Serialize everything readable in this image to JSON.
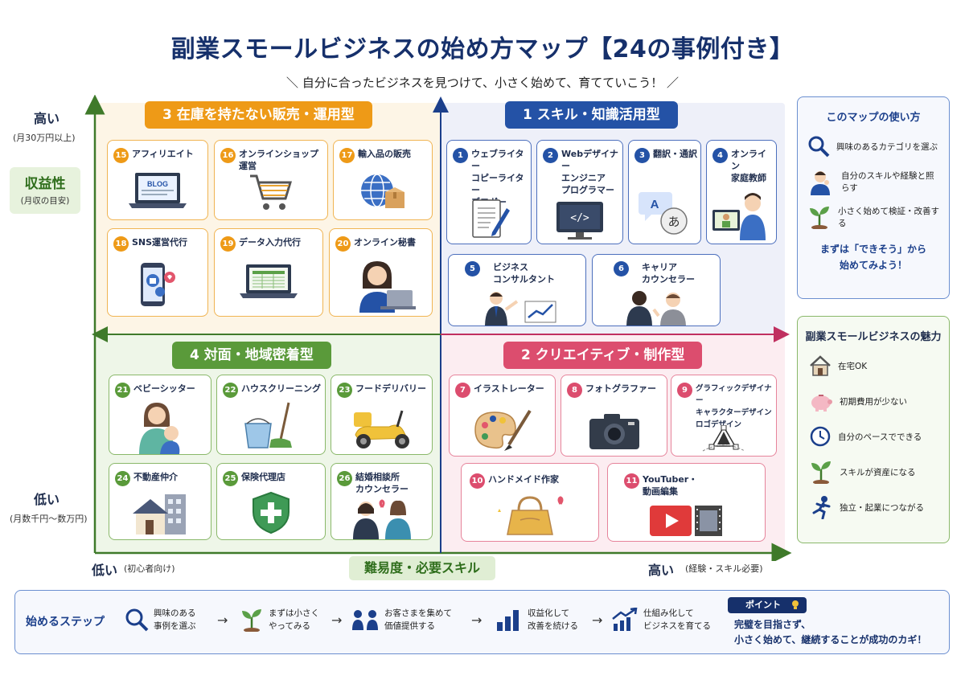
{
  "header": {
    "title": "副業スモールビジネスの始め方マップ【24の事例付き】",
    "subtitle": "＼ 自分に合ったビジネスを見つけて、小さく始めて、育てていこう！ ／"
  },
  "axes": {
    "y_title": "収益性",
    "y_sub": "(月収の目安)",
    "y_high": "高い",
    "y_high_sub": "(月30万円以上)",
    "y_low": "低い",
    "y_low_sub": "(月数千円〜数万円)",
    "x_title": "難易度・必要スキル",
    "x_low": "低い",
    "x_low_sub": "(初心者向け)",
    "x_high": "高い",
    "x_high_sub": "(経験・スキル必要)"
  },
  "quadrants": {
    "q3": {
      "title": "3  在庫を持たない販売・運用型",
      "color": "#ee9a17"
    },
    "q1": {
      "title": "1  スキル・知識活用型",
      "color": "#2452a6"
    },
    "q4": {
      "title": "4  対面・地域密着型",
      "color": "#5a9a3a"
    },
    "q2": {
      "title": "2  クリエイティブ・制作型",
      "color": "#dc4d6e"
    }
  },
  "cards": {
    "c15": {
      "num": "15",
      "label": "アフィリエイト",
      "icon": "laptop-blog-icon",
      "icon_text": "BLOG"
    },
    "c16": {
      "num": "16",
      "label": "オンラインショップ運営",
      "icon": "shopping-cart-icon"
    },
    "c17": {
      "num": "17",
      "label": "輸入品の販売",
      "icon": "globe-box-icon"
    },
    "c18": {
      "num": "18",
      "label": "SNS運営代行",
      "icon": "smartphone-like-icon"
    },
    "c19": {
      "num": "19",
      "label": "データ入力代行",
      "icon": "laptop-spreadsheet-icon"
    },
    "c20": {
      "num": "20",
      "label": "オンライン秘書",
      "icon": "woman-laptop-icon"
    },
    "c1": {
      "num": "1",
      "label": "ウェブライター\nコピーライター\nブロガー",
      "icon": "document-pen-icon"
    },
    "c2": {
      "num": "2",
      "label": "Webデザイナー\nエンジニア\nプログラマー",
      "icon": "monitor-code-icon",
      "icon_text": "</>"
    },
    "c3": {
      "num": "3",
      "label": "翻訳・通訳",
      "icon": "speech-bubbles-icon",
      "icon_text_a": "A",
      "icon_text_b": "あ"
    },
    "c4": {
      "num": "4",
      "label": "オンライン\n家庭教師",
      "icon": "online-tutor-icon"
    },
    "c5": {
      "num": "5",
      "label": "ビジネス\nコンサルタント",
      "icon": "consultant-chart-icon"
    },
    "c6": {
      "num": "6",
      "label": "キャリア\nカウンセラー",
      "icon": "counseling-icon"
    },
    "c21": {
      "num": "21",
      "label": "ベビーシッター",
      "icon": "mother-baby-icon"
    },
    "c22": {
      "num": "22",
      "label": "ハウスクリーニング",
      "icon": "bucket-mop-icon"
    },
    "c23": {
      "num": "23",
      "label": "フードデリバリー",
      "icon": "scooter-icon"
    },
    "c24": {
      "num": "24",
      "label": "不動産仲介",
      "icon": "house-building-icon"
    },
    "c25": {
      "num": "25",
      "label": "保険代理店",
      "icon": "shield-cross-icon"
    },
    "c26": {
      "num": "26",
      "label": "結婚相談所\nカウンセラー",
      "icon": "couple-heart-icon"
    },
    "c7": {
      "num": "7",
      "label": "イラストレーター",
      "icon": "palette-brush-icon"
    },
    "c8": {
      "num": "8",
      "label": "フォトグラファー",
      "icon": "camera-icon"
    },
    "c9": {
      "num": "9",
      "label": "グラフィックデザイナー\nキャラクターデザイン\nロゴデザイン",
      "icon": "vector-pen-icon"
    },
    "c10": {
      "num": "10",
      "label": "ハンドメイド作家",
      "icon": "handbag-icon"
    },
    "c11": {
      "num": "11",
      "label": "YouTuber・\n動画編集",
      "icon": "video-play-icon"
    }
  },
  "howto": {
    "title": "このマップの使い方",
    "items": [
      {
        "icon": "magnifier-icon",
        "text": "興味のあるカテゴリを選ぶ"
      },
      {
        "icon": "thinking-person-icon",
        "text": "自分のスキルや経験と照らす"
      },
      {
        "icon": "sprout-icon",
        "text": "小さく始めて検証・改善する"
      }
    ],
    "cta": "まずは「できそう」から\n始めてみよう！"
  },
  "appeal": {
    "title": "副業スモールビジネスの魅力",
    "items": [
      {
        "icon": "house-icon",
        "text": "在宅OK"
      },
      {
        "icon": "piggy-bank-icon",
        "text": "初期費用が少ない"
      },
      {
        "icon": "clock-icon",
        "text": "自分のペースでできる"
      },
      {
        "icon": "sprout-icon",
        "text": "スキルが資産になる"
      },
      {
        "icon": "running-person-icon",
        "text": "独立・起業につながる"
      }
    ]
  },
  "steps": {
    "title": "始めるステップ",
    "items": [
      {
        "icon": "magnifier-icon",
        "text": "興味のある\n事例を選ぶ"
      },
      {
        "icon": "sprout-icon",
        "text": "まずは小さく\nやってみる"
      },
      {
        "icon": "two-people-icon",
        "text": "お客さまを集めて\n価値提供する"
      },
      {
        "icon": "bar-chart-icon",
        "text": "収益化して\n改善を続ける"
      },
      {
        "icon": "growth-chart-icon",
        "text": "仕組み化して\nビジネスを育てる"
      }
    ],
    "arrow": "→",
    "point_badge": "ポイント",
    "point_text": "完璧を目指さず、\n小さく始めて、継続することが成功のカギ！"
  }
}
